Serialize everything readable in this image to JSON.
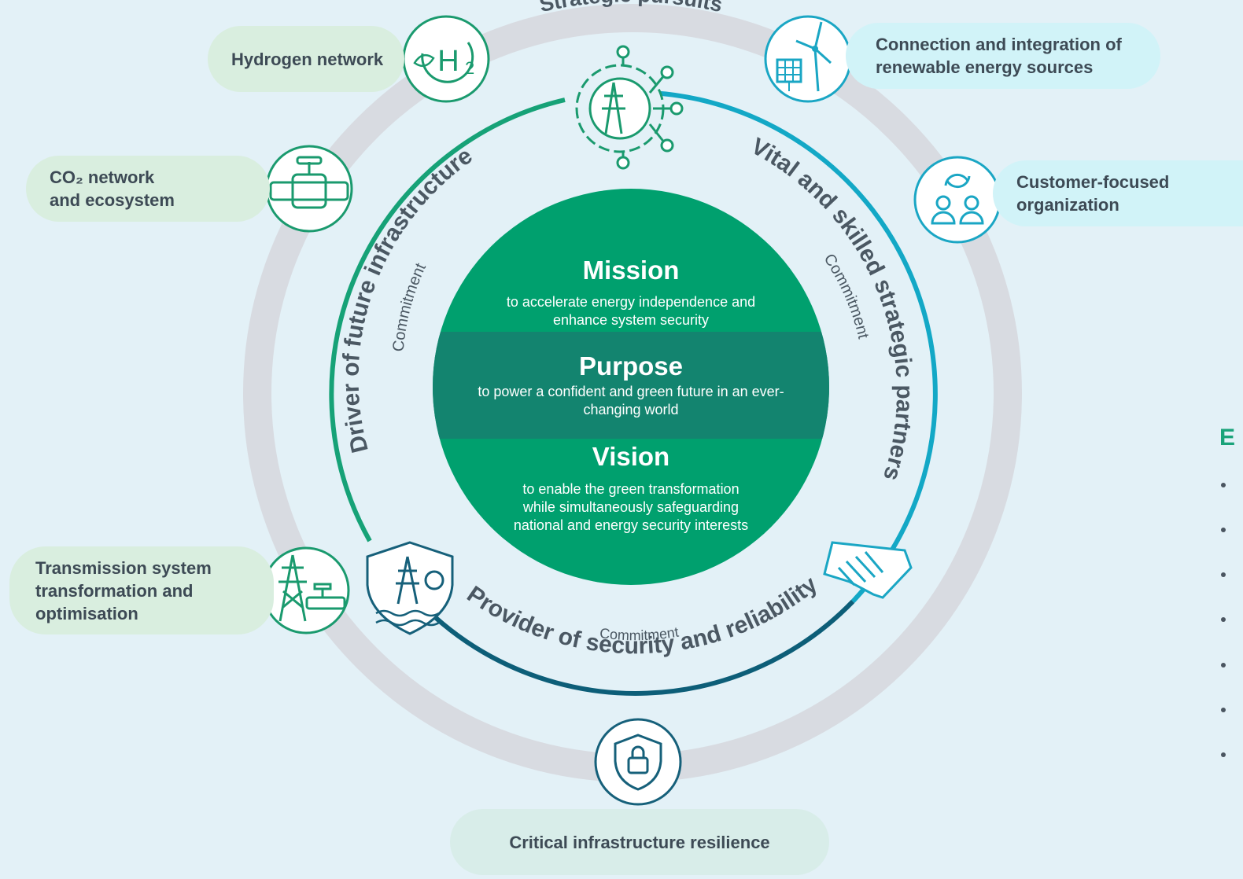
{
  "labels": {
    "strategic_pursuits": "Strategic pursuits",
    "arc_left": "Driver of future infrastructure",
    "arc_right": "Vital and skilled strategic partners",
    "arc_bottom": "Provider of security and reliability",
    "commitment": "Commitment"
  },
  "center": {
    "mission": {
      "title": "Mission",
      "lines": [
        "to accelerate energy independence and",
        "enhance system security"
      ]
    },
    "purpose": {
      "title": "Purpose",
      "lines": [
        "to power a confident and green future in an ever-",
        "changing world"
      ]
    },
    "vision": {
      "title": "Vision",
      "lines": [
        "to enable the green transformation",
        "while simultaneously safeguarding",
        "national and energy security interests"
      ]
    }
  },
  "pursuits": {
    "hydrogen": {
      "lines": [
        "Hydrogen network"
      ]
    },
    "co2": {
      "lines": [
        "CO₂ network",
        "and ecosystem"
      ]
    },
    "transmission": {
      "lines": [
        "Transmission system",
        "transformation and",
        "optimisation"
      ]
    },
    "renewables": {
      "lines": [
        "Connection and integration of",
        "renewable energy sources"
      ]
    },
    "customer": {
      "lines": [
        "Customer-focused",
        "organization"
      ]
    },
    "critical": {
      "lines": [
        "Critical infrastructure resilience"
      ]
    }
  },
  "side_panel": {
    "heading_letter": "E",
    "bullet_count": 7
  },
  "icons": [
    "hydrogen-h2-icon",
    "pipeline-valve-icon",
    "pylon-valve-icon",
    "wind-solar-icon",
    "customers-icon",
    "lock-shield-icon",
    "gear-network-icon",
    "shield-pylon-icon",
    "handshake-icon"
  ],
  "colors": {
    "background": "#e3f1f7",
    "outer_ring": "#d8dbe1",
    "center_green": "#00a06e",
    "center_band": "#13846f",
    "arc_green": "#16a277",
    "arc_cyan": "#13a8c6",
    "arc_navy": "#0d5e78",
    "icon_green": "#1a9a6e",
    "icon_cyan": "#1aa6c4",
    "icon_navy": "#16607a",
    "text_dark": "#3d4a55"
  }
}
